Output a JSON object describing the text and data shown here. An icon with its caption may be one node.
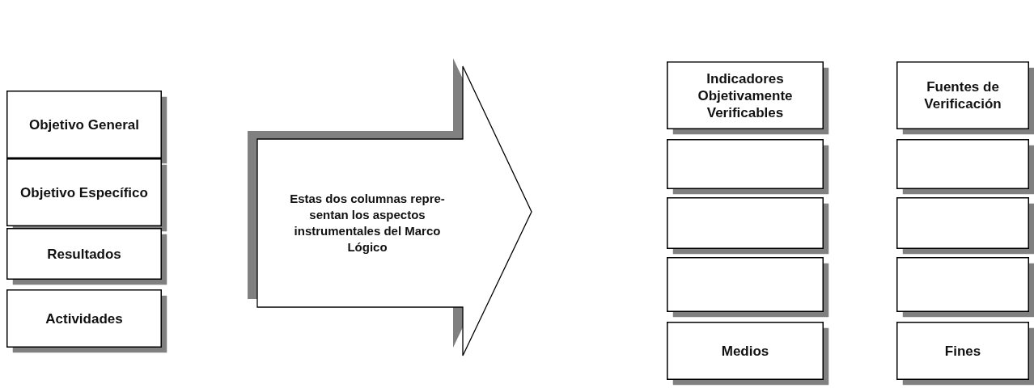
{
  "diagram": {
    "nodes": [
      {
        "text": [
          "Objetivo General"
        ]
      },
      {
        "text": [
          "Objetivo Específico"
        ]
      },
      {
        "text": [
          "Resultados"
        ]
      },
      {
        "text": [
          "Actividades"
        ]
      },
      {
        "text": [
          "Estas dos columnas repre-sentan los aspectos instrumentales del Marco Lógico"
        ]
      },
      {
        "text": [
          "Indicadores Objetivamente Verificables"
        ]
      },
      {
        "text": [
          "Fuentes de Verificación"
        ]
      },
      {
        "text": [],
        "shape": "box"
      },
      {
        "text": [],
        "shape": "box"
      },
      {
        "text": [],
        "shape": "box"
      },
      {
        "text": [],
        "shape": "box"
      },
      {
        "text": [],
        "shape": "box"
      },
      {
        "text": [],
        "shape": "box"
      },
      {
        "text": [
          "Medios"
        ]
      },
      {
        "text": [
          "Fines"
        ]
      }
    ],
    "edges": []
  }
}
